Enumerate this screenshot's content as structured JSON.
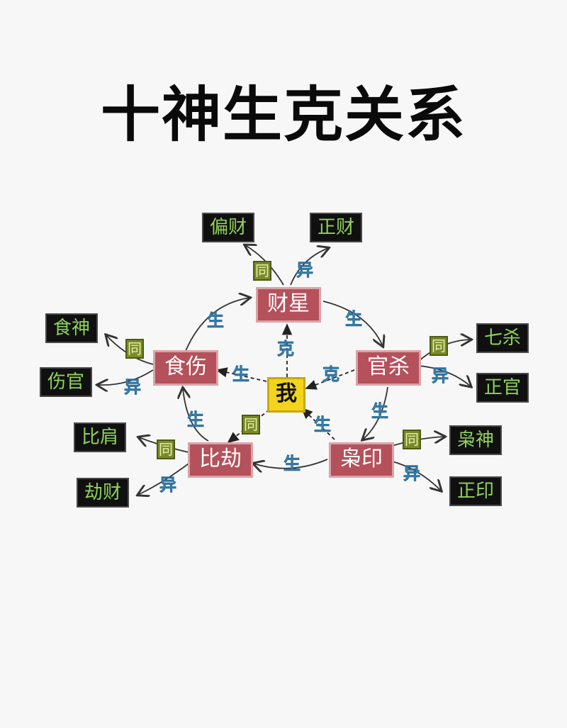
{
  "title": "十神生克关系",
  "center": "我",
  "hubs": {
    "cai": "财星",
    "guan": "官杀",
    "xiao": "枭印",
    "bi": "比劫",
    "shi": "食伤"
  },
  "leaves": {
    "pian_cai": "偏财",
    "zheng_cai": "正财",
    "qi_sha": "七杀",
    "zheng_guan": "正官",
    "xiao_shen": "枭神",
    "zheng_yin": "正印",
    "bi_jian": "比肩",
    "jie_cai": "劫财",
    "shi_shen": "食神",
    "shang_guan": "伤官"
  },
  "labels": {
    "same": "同",
    "diff": "异",
    "generate": "生",
    "control": "克"
  }
}
